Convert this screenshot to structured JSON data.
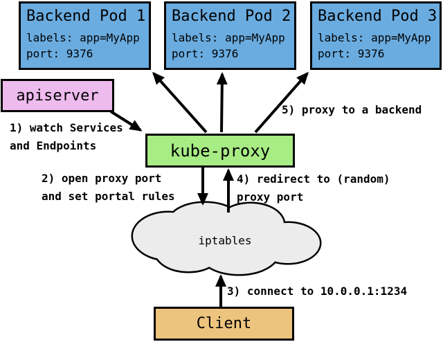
{
  "diagram": {
    "pods": [
      {
        "title": "Backend Pod 1",
        "labels_line": "labels: app=MyApp",
        "port_line": "port: 9376"
      },
      {
        "title": "Backend Pod 2",
        "labels_line": "labels: app=MyApp",
        "port_line": "port: 9376"
      },
      {
        "title": "Backend Pod 3",
        "labels_line": "labels: app=MyApp",
        "port_line": "port: 9376"
      }
    ],
    "apiserver": {
      "label": "apiserver"
    },
    "kube_proxy": {
      "label": "kube-proxy"
    },
    "iptables": {
      "label": "iptables"
    },
    "client": {
      "label": "Client"
    },
    "steps": [
      {
        "lines": [
          "1) watch Services",
          "and Endpoints"
        ]
      },
      {
        "lines": [
          "2) open proxy port",
          "and set portal rules"
        ]
      },
      {
        "lines": [
          "3) connect to 10.0.0.1:1234"
        ]
      },
      {
        "lines": [
          "4) redirect to (random)",
          "proxy port"
        ]
      },
      {
        "lines": [
          "5) proxy to a backend"
        ]
      }
    ],
    "colors": {
      "pod_fill": "#6aace0",
      "apiserver_fill": "#eebbee",
      "kube_proxy_fill": "#a8ec85",
      "client_fill": "#edc47e",
      "cloud_fill": "#ececec",
      "border": "#000000"
    }
  }
}
